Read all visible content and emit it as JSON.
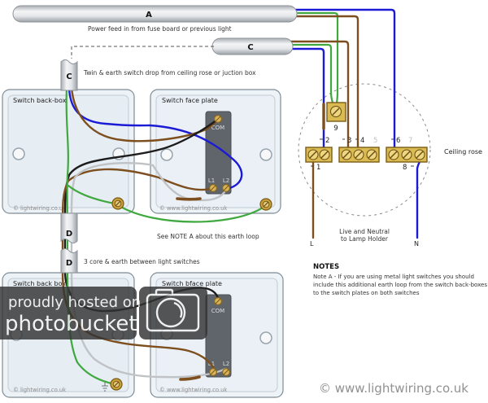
{
  "cables": {
    "a_label": "A",
    "a_caption": "Power feed in from fuse board or previous light",
    "c_label": "C",
    "c_vertical_label": "C",
    "c_caption": "Twin & earth switch drop from ceiling rose or juction box",
    "d_label_top": "D",
    "d_label_bottom": "D",
    "d_caption": "3 core & earth between light switches"
  },
  "switches": {
    "top": {
      "backbox_title": "Switch back-box",
      "faceplate_title": "Switch face plate",
      "com": "COM",
      "l1": "L1",
      "l2": "L2",
      "backbox_copyright": "© lightwiring.co.uk",
      "faceplate_copyright": "© www.lightwiring.co.uk"
    },
    "bottom": {
      "backbox_title": "Switch back box",
      "faceplate_title": "Switch bface plate",
      "com": "COM",
      "l1": "L1",
      "l2": "L2",
      "backbox_copyright": "© lightwiring.co.uk",
      "faceplate_copyright": "© www.lightwiring.co.uk"
    }
  },
  "earth_note": "See NOTE A about this earth loop",
  "rose": {
    "label": "Ceiling rose",
    "t1": "1",
    "t2": "2",
    "t3": "3",
    "t4": "4",
    "t5": "5",
    "t6": "6",
    "t7": "7",
    "t8": "8",
    "t9": "9",
    "lamp_caption_line1": "Live and Neutral",
    "lamp_caption_line2": "to Lamp Holder",
    "live_label": "L",
    "neutral_label": "N"
  },
  "notes": {
    "heading": "NOTES",
    "line1": "Note A - If you are using metal light switches you should",
    "line2": "include this additional earth loop from the switch back-boxes",
    "line3": "to the switch plates on both switches"
  },
  "footer_copyright": "© www.lightwiring.co.uk",
  "watermark": {
    "line1": "proudly hosted on",
    "line2": "photobucket"
  },
  "colors": {
    "wire_brown": "#7d4e1e",
    "wire_blue": "#1b1bd6",
    "wire_green": "#3fa83f",
    "wire_black": "#1c1c1c",
    "wire_gray": "#c0c3c6",
    "terminal_brass": "#d9bb52",
    "box_fill": "#edf2f7",
    "watermark_bg": "#333333"
  }
}
